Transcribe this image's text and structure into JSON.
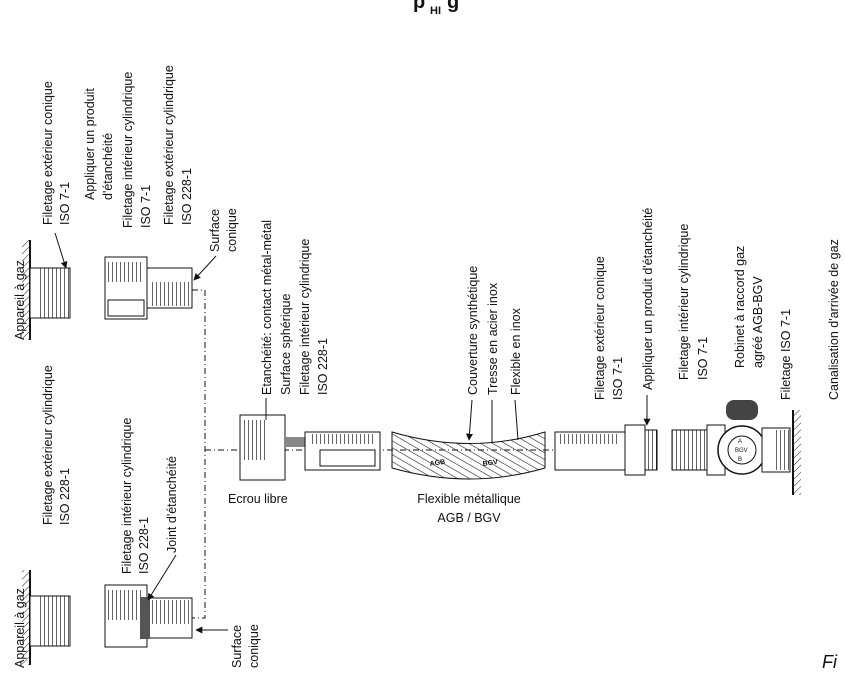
{
  "header": {
    "title_fragment": "p",
    "title_subscript": "HI",
    "title_fragment_end": "g"
  },
  "labels": {
    "appareil_top": "Appareil à gaz",
    "appareil_bottom": "Appareil à gaz",
    "filetage_ext_conique_top": [
      "Filetage extérieur conique",
      "ISO 7-1"
    ],
    "appliquer_top": [
      "Appliquer un produit",
      "d'étanchéité"
    ],
    "filetage_int_cyl_iso7": [
      "Filetage intérieur cylindrique",
      "ISO 7-1"
    ],
    "filetage_ext_cyl_228_top": [
      "Filetage extérieur cylindrique",
      "ISO 228-1"
    ],
    "surface_conique_top": [
      "Surface",
      "conique"
    ],
    "filetage_ext_cyl_228_mid": [
      "Filetage extérieur cylindrique",
      "ISO 228-1"
    ],
    "filetage_int_cyl_228": [
      "Filetage intérieur cylindrique",
      "ISO 228-1"
    ],
    "joint": "Joint d'étanchéité",
    "surface_conique_bottom": [
      "Surface",
      "conique"
    ],
    "etancheite": [
      "Etanchéité: contact métal-métal",
      "Surface sphérique",
      "Filetage intérieur cylindrique",
      "ISO 228-1"
    ],
    "ecrou": "Ecrou libre",
    "couverture": "Couverture synthétique",
    "tresse": "Tresse en acier inox",
    "flexible_inox": "Flexible en inox",
    "flexible_metallique": [
      "Flexible métallique",
      "AGB / BGV"
    ],
    "filetage_ext_conique_mid": [
      "Filetage extérieur conique",
      "ISO 7-1"
    ],
    "appliquer_mid": "Appliquer un produit d'étanchéité",
    "filetage_int_cyl_right": [
      "Filetage intérieur cylindrique",
      "ISO 7-1"
    ],
    "robinet": [
      "Robinet à raccord gaz",
      "agréé AGB-BGV"
    ],
    "filetage_iso": "Filetage ISO 7-1",
    "canalisation": "Canalisation d'arrivée de gaz",
    "hose_mark_1": "AGB",
    "hose_mark_2": "BGV",
    "valve_mark": [
      "A",
      "BGV",
      "B"
    ],
    "figure_fragment": "Fi"
  }
}
